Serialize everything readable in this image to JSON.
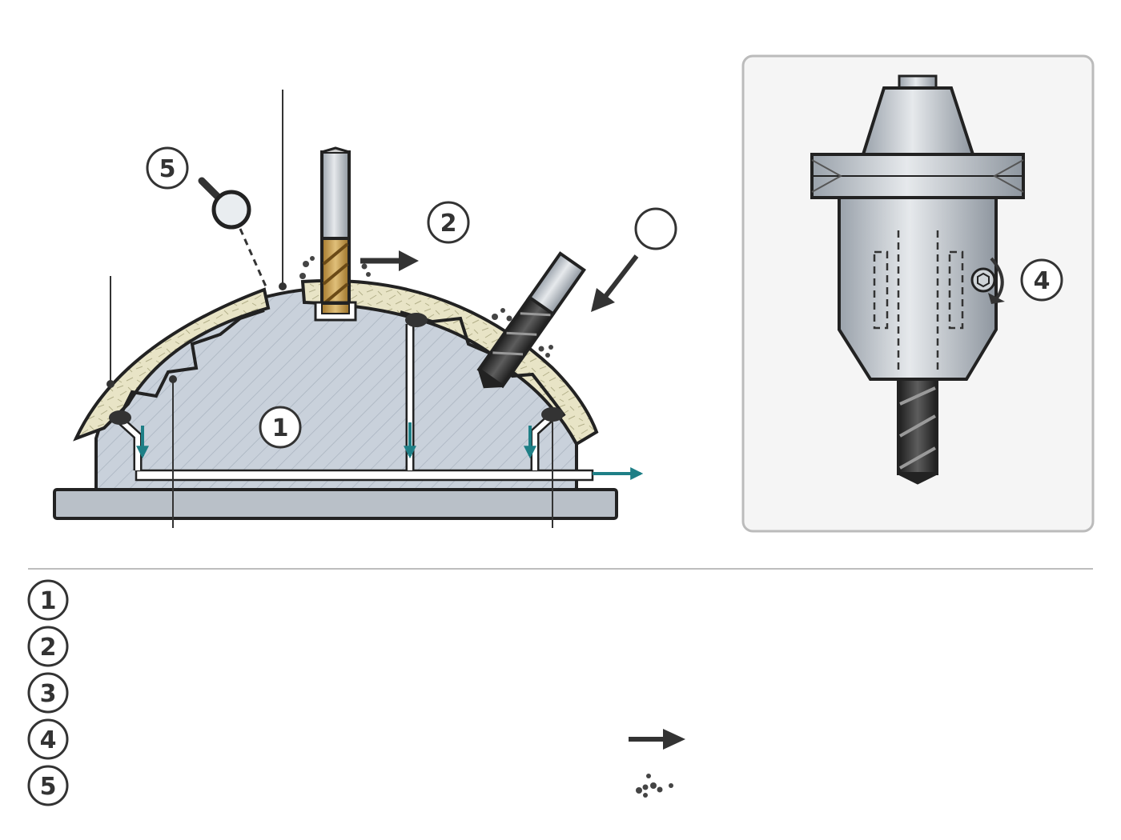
{
  "figure": {
    "callouts": [
      {
        "id": "callout-1",
        "label": "1"
      },
      {
        "id": "callout-2",
        "label": "2"
      },
      {
        "id": "callout-3",
        "label": ""
      },
      {
        "id": "callout-4",
        "label": "4"
      },
      {
        "id": "callout-5",
        "label": "5"
      }
    ],
    "legend": [
      {
        "number": "1"
      },
      {
        "number": "2"
      },
      {
        "number": "3"
      },
      {
        "number": "4"
      },
      {
        "number": "5"
      }
    ],
    "legend_symbols": [
      "movement-arrow-icon",
      "chips-icon"
    ],
    "colors": {
      "steel": "#c5cdd6",
      "composite": "#e6e2c3",
      "coolant": "#1e7f86",
      "outline": "#222222",
      "gold_tool": "#c9a35a"
    }
  }
}
